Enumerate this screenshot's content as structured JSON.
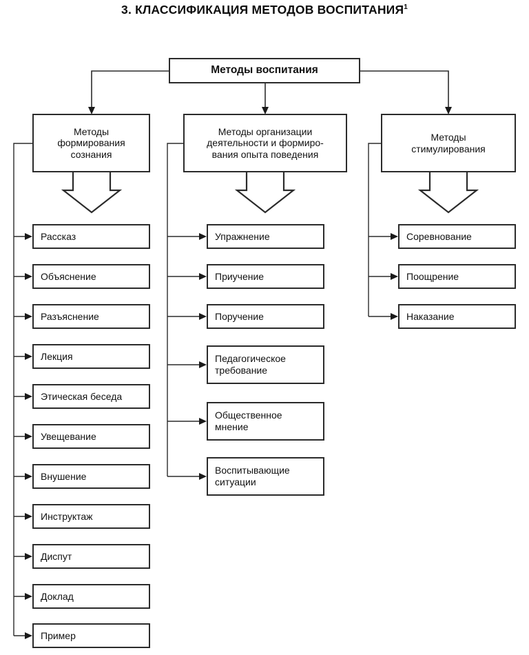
{
  "page": {
    "title_number": "3.",
    "title": "3. КЛАССИФИКАЦИЯ МЕТОДОВ ВОСПИТАНИЯ",
    "title_superscript": "1",
    "background_color": "#ffffff",
    "line_color": "#2b2b2b",
    "text_color": "#111111"
  },
  "diagram": {
    "type": "tree",
    "root": {
      "label": "Методы воспитания"
    },
    "categories": [
      {
        "id": "soznanie",
        "label": "Методы формирования сознания",
        "lines": [
          "Методы",
          "формирования",
          "сознания"
        ],
        "items": [
          {
            "label": "Рассказ"
          },
          {
            "label": "Объяснение"
          },
          {
            "label": "Разъяснение"
          },
          {
            "label": "Лекция"
          },
          {
            "label": "Этическая беседа"
          },
          {
            "label": "Увещевание"
          },
          {
            "label": "Внушение"
          },
          {
            "label": "Инструктаж"
          },
          {
            "label": "Диспут"
          },
          {
            "label": "Доклад"
          },
          {
            "label": "Пример"
          }
        ]
      },
      {
        "id": "organizacii",
        "label": "Методы организации деятельности и формирования опыта поведения",
        "lines": [
          "Методы организации",
          "деятельности и формиро-",
          "вания опыта поведения"
        ],
        "items": [
          {
            "label": "Упражнение"
          },
          {
            "label": "Приучение"
          },
          {
            "label": "Поручение"
          },
          {
            "label": "Педагогическое требование",
            "lines": [
              "Педагогическое",
              "требование"
            ]
          },
          {
            "label": "Общественное мнение",
            "lines": [
              "Общественное",
              "мнение"
            ]
          },
          {
            "label": "Воспитывающие ситуации",
            "lines": [
              "Воспитывающие",
              "ситуации"
            ]
          }
        ]
      },
      {
        "id": "stimulirovaniya",
        "label": "Методы стимулирования",
        "lines": [
          "Методы",
          "стимулирования"
        ],
        "items": [
          {
            "label": "Соревнование"
          },
          {
            "label": "Поощрение"
          },
          {
            "label": "Наказание"
          }
        ]
      }
    ]
  }
}
